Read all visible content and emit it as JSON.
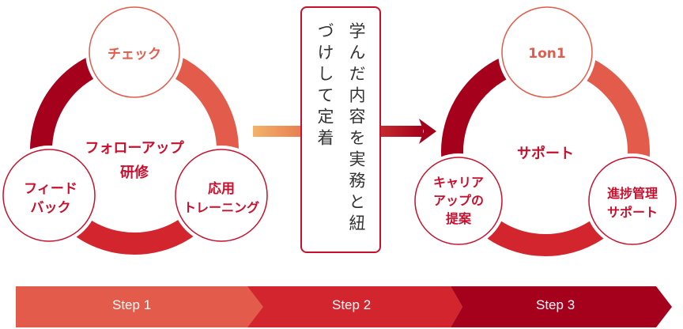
{
  "left_cycle": {
    "center": "フォローアップ",
    "center2": "研修",
    "top": "チェック",
    "bottom_left": [
      "フィード",
      "バック"
    ],
    "bottom_right": [
      "応用",
      "トレーニング"
    ]
  },
  "middle": {
    "text": "学んだ内容を実務と紐づけして定着"
  },
  "right_cycle": {
    "center": "サポート",
    "top": "1on1",
    "bottom_left": [
      "キャリア",
      "アップの",
      "提案"
    ],
    "bottom_right": [
      "進捗管理",
      "サポート"
    ]
  },
  "steps": [
    "Step 1",
    "Step 2",
    "Step 3"
  ],
  "colors": {
    "light": "#E35B4B",
    "mid": "#D3252E",
    "dark": "#A5001C",
    "arrow_start": "#F2B36A"
  }
}
